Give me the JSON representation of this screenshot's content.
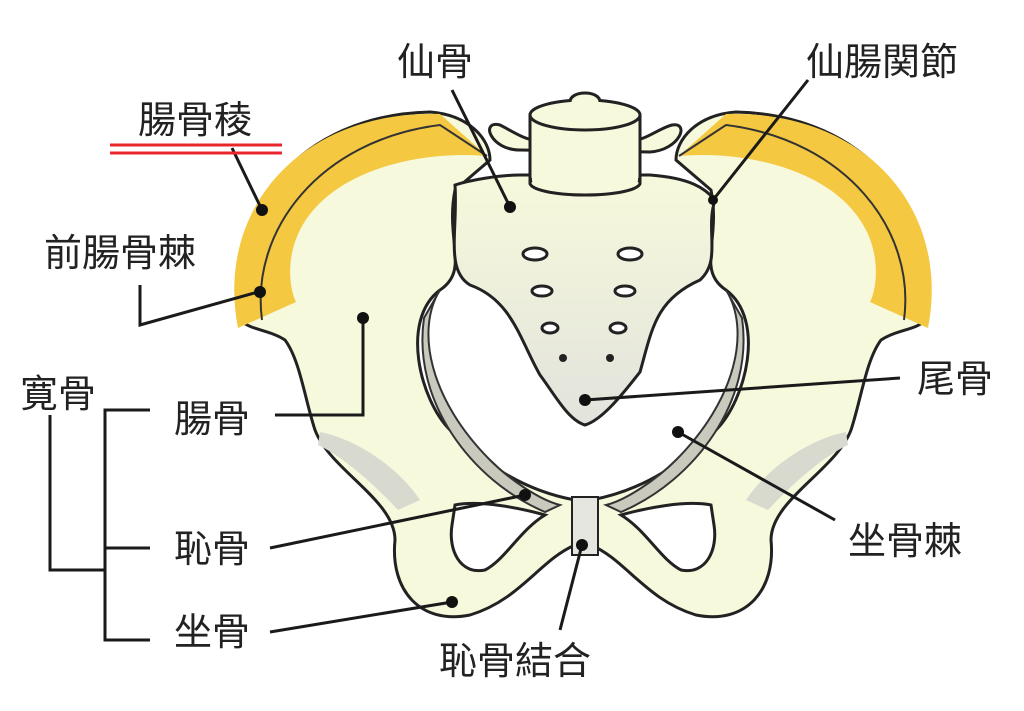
{
  "colors": {
    "bone": "#f7f9dc",
    "crest": "#f5c842",
    "brim": "#c9cabd",
    "highlight": "#e8262b"
  },
  "labels": {
    "sacrum": "仙骨",
    "sacroiliac_joint": "仙腸関節",
    "iliac_crest": "腸骨稜",
    "anterior_iliac_spine": "前腸骨棘",
    "hip_bone": "寛骨",
    "ilium": "腸骨",
    "coccyx": "尾骨",
    "ischial_spine": "坐骨棘",
    "pubis": "恥骨",
    "ischium": "坐骨",
    "pubic_symphysis": "恥骨結合"
  }
}
